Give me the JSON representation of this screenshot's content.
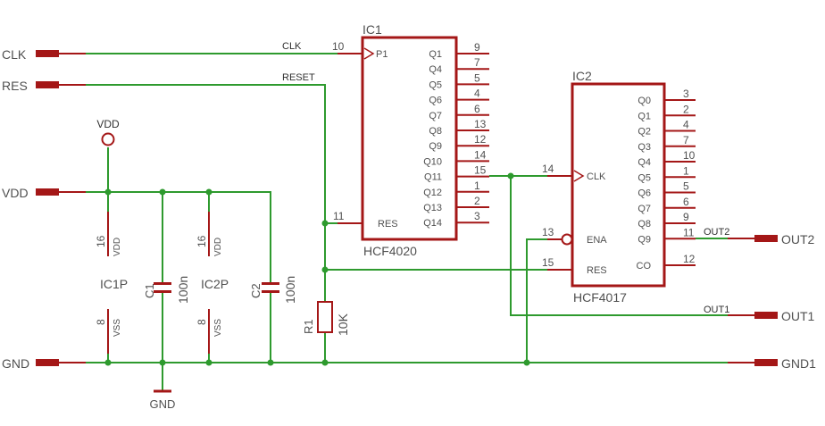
{
  "ports": {
    "clk": "CLK",
    "res": "RES",
    "vdd": "VDD",
    "gnd": "GND",
    "out2": "OUT2",
    "out1": "OUT1",
    "gnd1": "GND1"
  },
  "nets": {
    "clk": "CLK",
    "reset": "RESET",
    "out2": "OUT2",
    "out1": "OUT1"
  },
  "supply": {
    "vdd": "VDD",
    "gnd": "GND"
  },
  "ic1": {
    "ref": "IC1",
    "part": "HCF4020",
    "clk_pin": "10",
    "clk_label": "P1",
    "res_pin": "11",
    "res_label": "RES",
    "outputs": [
      {
        "label": "Q1",
        "pin": "9"
      },
      {
        "label": "Q4",
        "pin": "7"
      },
      {
        "label": "Q5",
        "pin": "5"
      },
      {
        "label": "Q6",
        "pin": "4"
      },
      {
        "label": "Q7",
        "pin": "6"
      },
      {
        "label": "Q8",
        "pin": "13"
      },
      {
        "label": "Q9",
        "pin": "12"
      },
      {
        "label": "Q10",
        "pin": "14"
      },
      {
        "label": "Q11",
        "pin": "15"
      },
      {
        "label": "Q12",
        "pin": "1"
      },
      {
        "label": "Q13",
        "pin": "2"
      },
      {
        "label": "Q14",
        "pin": "3"
      }
    ]
  },
  "ic2": {
    "ref": "IC2",
    "part": "HCF4017",
    "clk_pin": "14",
    "clk_label": "CLK",
    "ena_pin": "13",
    "ena_label": "ENA",
    "res_pin": "15",
    "res_label": "RES",
    "outputs": [
      {
        "label": "Q0",
        "pin": "3"
      },
      {
        "label": "Q1",
        "pin": "2"
      },
      {
        "label": "Q2",
        "pin": "4"
      },
      {
        "label": "Q3",
        "pin": "7"
      },
      {
        "label": "Q4",
        "pin": "10"
      },
      {
        "label": "Q5",
        "pin": "1"
      },
      {
        "label": "Q6",
        "pin": "5"
      },
      {
        "label": "Q7",
        "pin": "6"
      },
      {
        "label": "Q8",
        "pin": "9"
      },
      {
        "label": "Q9",
        "pin": "11"
      },
      {
        "label": "CO",
        "pin": "12"
      }
    ]
  },
  "power_units": [
    {
      "name": "IC1P",
      "vdd_pin": "16",
      "vdd_label": "VDD",
      "vss_pin": "8",
      "vss_label": "VSS"
    },
    {
      "name": "IC2P",
      "vdd_pin": "16",
      "vdd_label": "VDD",
      "vss_pin": "8",
      "vss_label": "VSS"
    }
  ],
  "capacitors": [
    {
      "ref": "C1",
      "value": "100n"
    },
    {
      "ref": "C2",
      "value": "100n"
    }
  ],
  "resistor": {
    "ref": "R1",
    "value": "10K"
  },
  "colors": {
    "wire": "#2e9a2e",
    "component": "#a41717",
    "port": "#a41717",
    "text": "#505050"
  }
}
